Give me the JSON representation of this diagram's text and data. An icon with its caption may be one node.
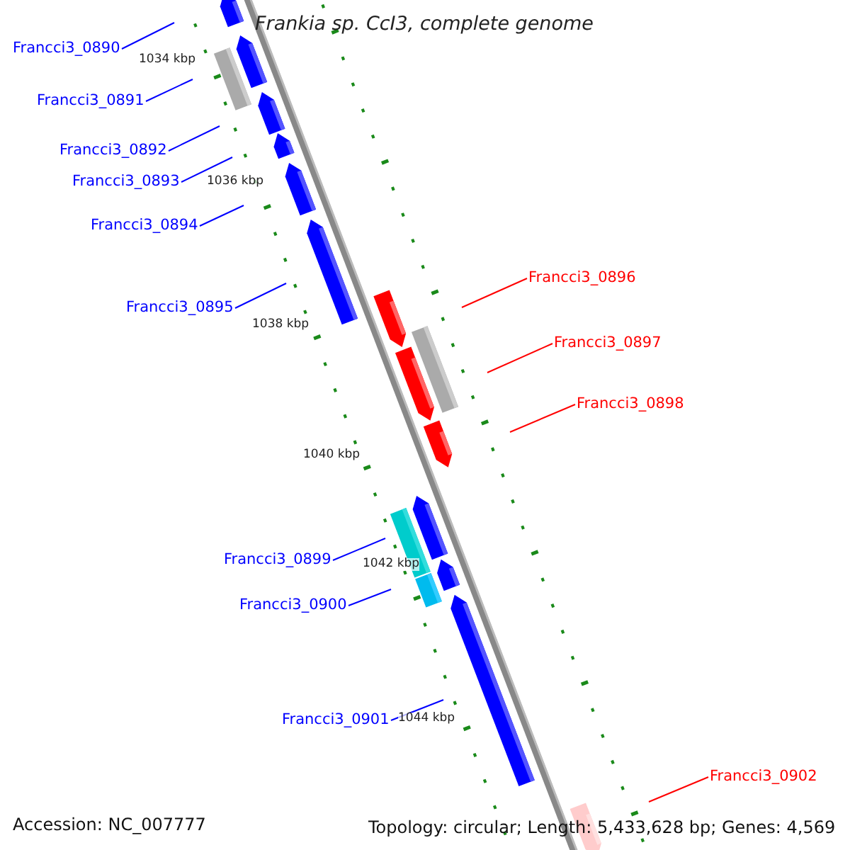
{
  "diagram": {
    "title": "Frankia sp. CcI3, complete genome",
    "nodes": [
      {
        "text": [
          "Francci3_0890"
        ]
      },
      {
        "text": [
          "Francci3_0891"
        ]
      },
      {
        "text": [
          "Francci3_0892"
        ]
      },
      {
        "text": [
          "Francci3_0893"
        ]
      },
      {
        "text": [
          "Francci3_0894"
        ]
      },
      {
        "text": [
          "Francci3_0895"
        ]
      },
      {
        "text": [
          "Francci3_0896"
        ]
      },
      {
        "text": [
          "Francci3_0897"
        ]
      },
      {
        "text": [
          "Francci3_0898"
        ]
      },
      {
        "text": [
          "Francci3_0899"
        ]
      },
      {
        "text": [
          "Francci3_0900"
        ]
      },
      {
        "text": [
          "Francci3_0901"
        ]
      },
      {
        "text": [
          "Francci3_0902"
        ]
      }
    ],
    "edges": [
      {
        "from": 0,
        "to": null,
        "arrow": "none"
      },
      {
        "from": 1,
        "to": null,
        "arrow": "none"
      },
      {
        "from": 2,
        "to": null,
        "arrow": "none"
      },
      {
        "from": 3,
        "to": null,
        "arrow": "none"
      },
      {
        "from": 4,
        "to": null,
        "arrow": "none"
      },
      {
        "from": 5,
        "to": null,
        "arrow": "none"
      },
      {
        "from": 6,
        "to": null,
        "arrow": "none",
        "color": "#ff0000"
      },
      {
        "from": 7,
        "to": null,
        "arrow": "none",
        "color": "#ff0000"
      },
      {
        "from": 8,
        "to": null,
        "arrow": "none",
        "color": "#ff0000"
      },
      {
        "from": 9,
        "to": null,
        "arrow": "none"
      },
      {
        "from": 10,
        "to": null,
        "arrow": "none"
      },
      {
        "from": 11,
        "to": null,
        "arrow": "none"
      },
      {
        "from": 12,
        "to": null,
        "arrow": "none",
        "color": "#ff0000"
      }
    ],
    "labels": [
      "1034 kbp",
      "1036 kbp",
      "1038 kbp",
      "1040 kbp",
      "1042 kbp",
      "1044 kbp",
      "Accession: NC_007777",
      "Topology: circular; Length: 5,433,628 bp; Genes: 4,569"
    ]
  }
}
